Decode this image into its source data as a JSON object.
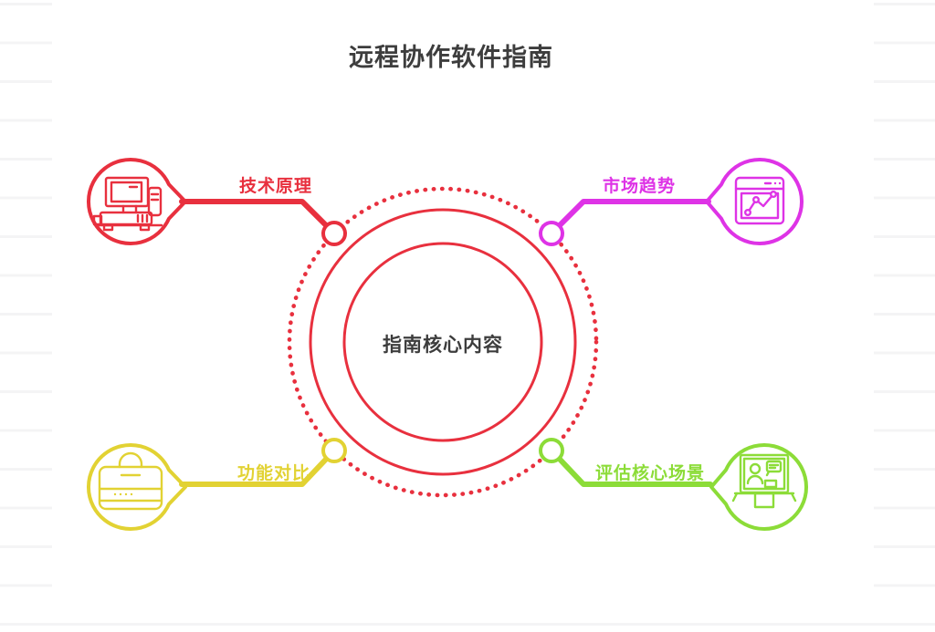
{
  "title": "远程协作软件指南",
  "center": {
    "label": "指南核心内容"
  },
  "branches": [
    {
      "label": "技术原理",
      "color": "#e8303e",
      "icon": "computer-terminal-icon",
      "position": "top-left"
    },
    {
      "label": "市场趋势",
      "color": "#de33e6",
      "icon": "browser-chart-icon",
      "position": "top-right"
    },
    {
      "label": "功能对比",
      "color": "#e2d233",
      "icon": "briefcase-icon",
      "position": "bottom-left"
    },
    {
      "label": "评估核心场景",
      "color": "#8cdc38",
      "icon": "presentation-board-icon",
      "position": "bottom-right"
    }
  ],
  "colors": {
    "primary": "#e8303e",
    "text": "#3d3d3d",
    "background": "#ffffff",
    "ruled_line": "#f4f4f5",
    "node_fill": "#ffffff"
  }
}
